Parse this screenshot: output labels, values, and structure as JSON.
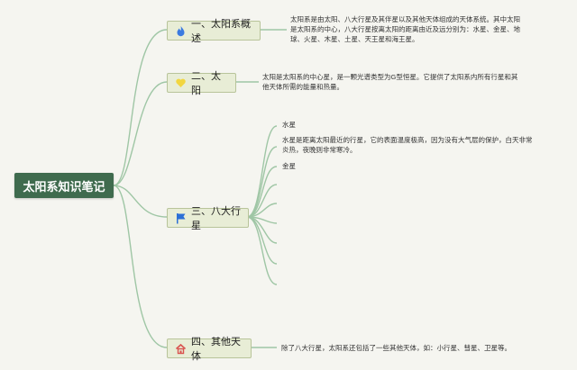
{
  "root": {
    "label": "太阳系知识笔记"
  },
  "topics": [
    {
      "label": "一、太阳系概述",
      "icon": "fire-icon",
      "note": "太阳系是由太阳、八大行星及其伴星以及其他天体组成的天体系统。其中太阳是太阳系的中心，八大行星按离太阳的距离由近及远分别为：水星、金星、地球、火星、木星、土星、天王星和海王星。"
    },
    {
      "label": "二、太阳",
      "icon": "heart-icon",
      "note": "太阳是太阳系的中心星，是一颗光谱类型为G型恒星。它提供了太阳系内所有行星和其他天体所需的能量和热量。"
    },
    {
      "label": "三、八大行星",
      "icon": "flag-icon",
      "leaves": [
        "水星",
        "水星是距离太阳最近的行星，它的表面温度极高，因为没有大气层的保护，白天非常炎热，夜晚则非常寒冷。",
        "金星"
      ]
    },
    {
      "label": "四、其他天体",
      "icon": "house-icon",
      "note": "除了八大行星，太阳系还包括了一些其他天体，如：小行星、彗星、卫星等。"
    }
  ],
  "colors": {
    "line": "#9fc6a5",
    "root_bg": "#3f6b4e",
    "topic_bg": "#e8edd6"
  }
}
